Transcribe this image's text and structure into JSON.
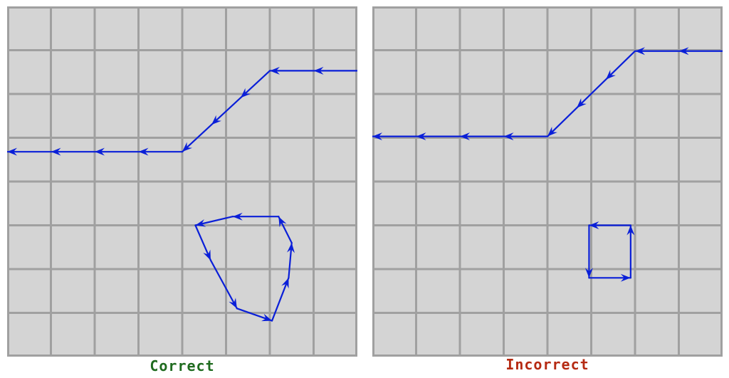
{
  "panels": [
    {
      "id": "correct",
      "caption": "Correct",
      "caption_color": "#1f6b1f",
      "paths": [
        {
          "name": "diagonal-path",
          "points": [
            [
              8,
              1.47
            ],
            [
              6,
              1.47
            ],
            [
              4,
              3.32
            ],
            [
              0,
              3.32
            ]
          ],
          "arrow_step": 1
        },
        {
          "name": "octagon-path",
          "points": [
            [
              5.25,
              6.9
            ],
            [
              6.05,
              7.18
            ],
            [
              6.43,
              6.2
            ],
            [
              6.5,
              5.4
            ],
            [
              6.2,
              4.8
            ],
            [
              5.15,
              4.8
            ],
            [
              4.3,
              5.0
            ],
            [
              4.65,
              5.8
            ],
            [
              5.25,
              6.9
            ]
          ],
          "arrow_step": 0
        }
      ]
    },
    {
      "id": "incorrect",
      "caption": "Incorrect",
      "caption_color": "#b52a12",
      "paths": [
        {
          "name": "diagonal-path",
          "points": [
            [
              8,
              1.02
            ],
            [
              6,
              1.02
            ],
            [
              4,
              2.97
            ],
            [
              0,
              2.97
            ]
          ],
          "arrow_step": 1
        },
        {
          "name": "square-path",
          "points": [
            [
              5.9,
              6.2
            ],
            [
              5.9,
              5
            ],
            [
              4.95,
              5
            ],
            [
              4.95,
              6.2
            ],
            [
              5.9,
              6.2
            ]
          ],
          "arrow_step": 0
        }
      ]
    }
  ],
  "colors": {
    "grid_fill": "#d4d4d4",
    "grid_line": "#a0a0a0",
    "arrow": "#0a1fd8"
  }
}
